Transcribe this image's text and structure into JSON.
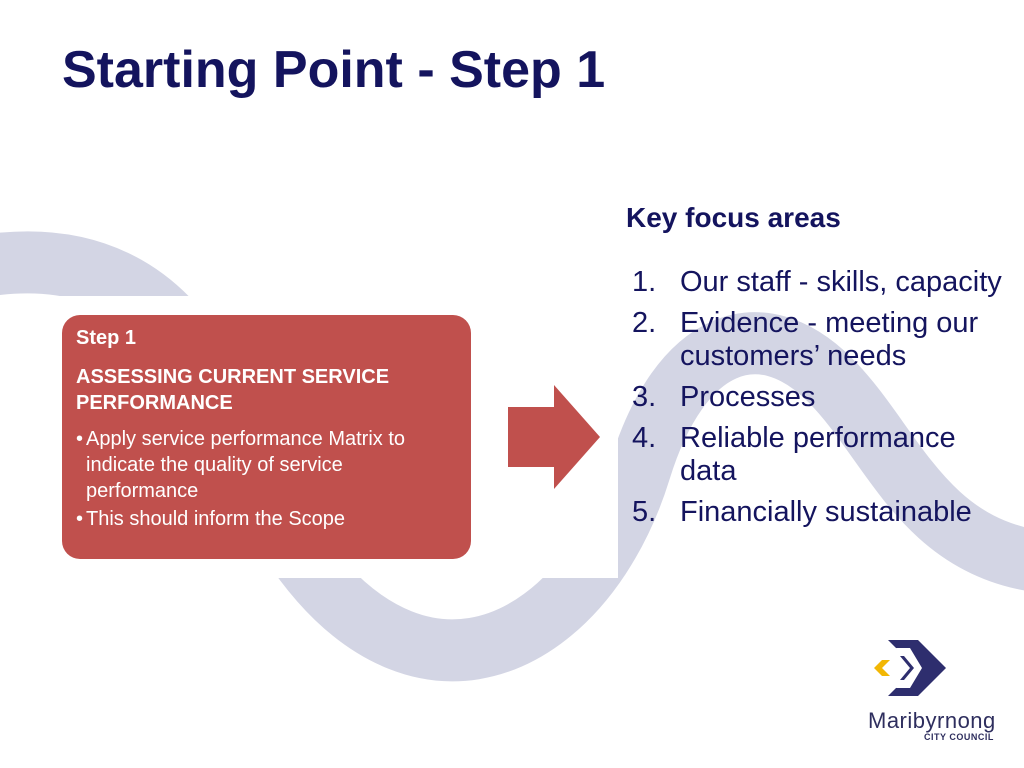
{
  "slide": {
    "title": "Starting Point - Step 1"
  },
  "step_box": {
    "label": "Step 1",
    "heading": "ASSESSING CURRENT SERVICE PERFORMANCE",
    "bullets": [
      "Apply service performance Matrix to indicate the quality of service performance",
      "This should inform the Scope"
    ],
    "bullet_char": "•"
  },
  "focus": {
    "heading": "Key focus areas",
    "items": [
      {
        "num": "1.",
        "text": "Our staff  - skills, capacity"
      },
      {
        "num": "2.",
        "text": "Evidence - meeting our customers’ needs"
      },
      {
        "num": "3.",
        "text": "Processes"
      },
      {
        "num": "4.",
        "text": "Reliable performance data"
      },
      {
        "num": "5.",
        "text": "Financially sustainable"
      }
    ]
  },
  "logo": {
    "name": "Maribyrnong",
    "sub": "CITY COUNCIL"
  },
  "colors": {
    "title": "#14145e",
    "step_box": "#c0504d",
    "arrow": "#c0504d",
    "swoosh": "#d3d5e4",
    "logo_dark": "#2e2e6e",
    "logo_accent": "#f2b705"
  },
  "icons": {
    "arrow": "right-arrow-icon",
    "logo": "maribyrnong-logo-icon"
  }
}
